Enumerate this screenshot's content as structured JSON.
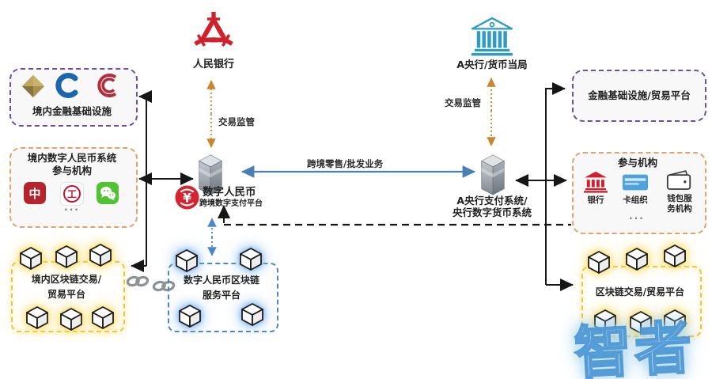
{
  "nodes": {
    "pboc": {
      "label": "人民银行",
      "icon": "pboc-emblem-icon",
      "color": "#d0202c"
    },
    "foreign_cb": {
      "label": "A央行/货币当局",
      "icon": "bank-building-icon",
      "color": "#2d9bc4"
    },
    "domestic_infra": {
      "label": "境内金融基础设施",
      "icons": [
        "gold-diamond-logo",
        "blue-swirl-logo",
        "red-rings-logo"
      ],
      "border_color": "#6a4fa3"
    },
    "domestic_participants": {
      "title_line1": "境内数字人民币系统",
      "title_line2": "参与机构",
      "icons": [
        "boc-app-icon",
        "icbc-app-icon",
        "wechat-app-icon"
      ],
      "icbc_glyph": "工",
      "boc_glyph": "中",
      "ellipsis": "...",
      "border_color": "#e2a26b"
    },
    "ecny_platform": {
      "name": "数字人民币",
      "subtitle": "跨境数字支付平台",
      "icon": "ecny-yuan-icon",
      "currency_glyph": "¥",
      "server_icon": "server-icon",
      "accent_color": "#d5232f"
    },
    "foreign_system": {
      "line1": "A央行支付系统/",
      "line2": "央行数字货币系统",
      "server_icon": "server-icon"
    },
    "foreign_infra": {
      "label": "金融基础设施/贸易平台",
      "border_color": "#6a4fa3"
    },
    "foreign_participants": {
      "title": "参与机构",
      "items": [
        {
          "label": "银行",
          "icon": "bank-red-icon"
        },
        {
          "label": "卡组织",
          "icon": "card-icon"
        },
        {
          "label": "钱包服务机构",
          "icon": "wallet-icon"
        }
      ],
      "ellipsis": "...",
      "border_color": "#e2a26b"
    },
    "domestic_blockchain": {
      "line1": "境内区块链交易/",
      "line2": "贸易平台",
      "cube_count": 6,
      "border_color": "#e9c63f"
    },
    "ecny_blockchain": {
      "line1": "数字人民币区块链",
      "line2": "服务平台",
      "cube_count": 4,
      "border_color": "#4a86c8"
    },
    "foreign_blockchain": {
      "label": "区块链交易/贸易平台",
      "cube_count": 6,
      "border_color": "#e9c63f"
    }
  },
  "edges": {
    "supervision_left": {
      "label": "交易监管",
      "color": "#c8862f",
      "style": "dotted-double-arrow"
    },
    "supervision_right": {
      "label": "交易监管",
      "color": "#c8862f",
      "style": "dotted-double-arrow"
    },
    "cross_border": {
      "label": "跨境零售/批发业务",
      "color": "#4a7fb5",
      "style": "solid-double-arrow"
    },
    "ecny_to_chain": {
      "style": "blue-dotted-double-arrow",
      "color": "#4a86c8"
    },
    "ecny_to_foreign_participants": {
      "style": "black-dashed"
    },
    "chain_link": {
      "icon": "chain-link-icon"
    }
  },
  "watermark": {
    "text": "智者",
    "color": "#3e8ed0"
  }
}
